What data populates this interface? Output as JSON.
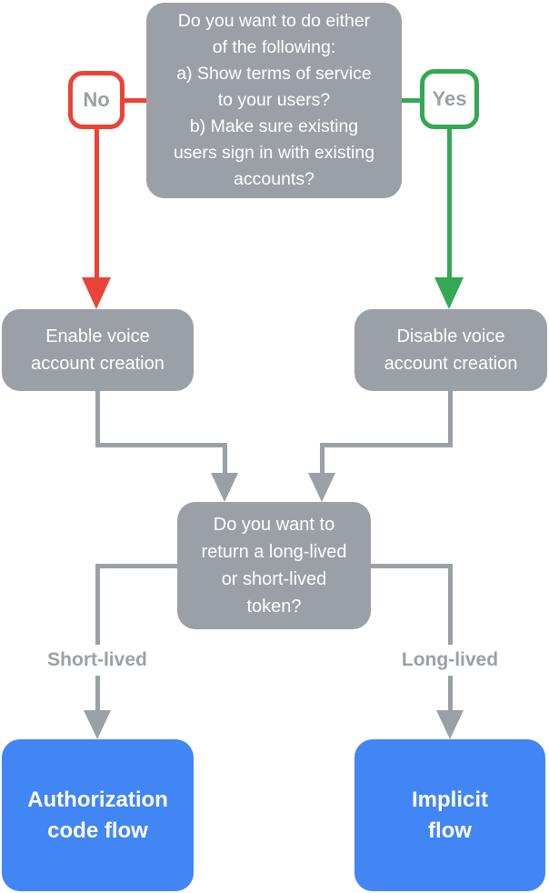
{
  "diagram": {
    "title_hint": "Voice account creation decision flowchart",
    "colors": {
      "gray": "#9AA0A6",
      "red": "#EB4335",
      "green": "#34A853",
      "blue": "#4285F4",
      "white": "#FFFFFF",
      "labeltext": "#9AA0A6"
    },
    "nodes": {
      "question_terms": "Do you want to do either\nof the following:\na) Show terms of service\nto your users?\nb) Make sure existing\nusers sign in with existing\naccounts?",
      "no_label": "No",
      "yes_label": "Yes",
      "enable_voice": "Enable voice\naccount creation",
      "disable_voice": "Disable voice\naccount creation",
      "question_token": "Do you want to\nreturn a long-lived\nor short-lived\ntoken?",
      "short_lived_label": "Short-lived",
      "long_lived_label": "Long-lived",
      "authorization_code_flow": "Authorization\ncode flow",
      "implicit_flow": "Implicit\nflow"
    }
  }
}
